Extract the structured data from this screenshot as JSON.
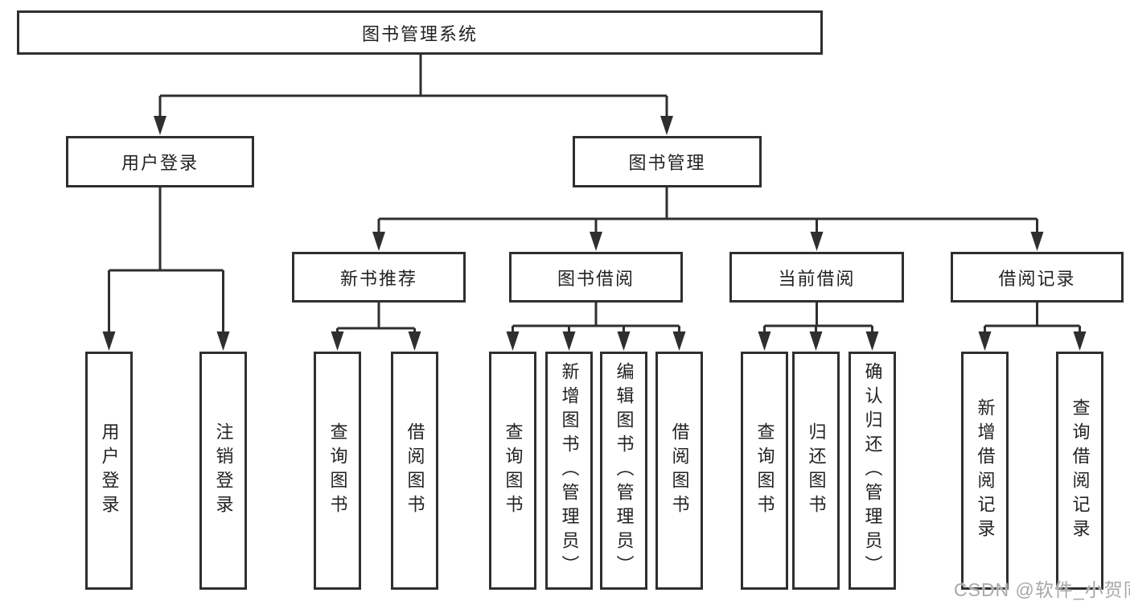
{
  "nodes": {
    "root": "图书管理系统",
    "level2": [
      "用户登录",
      "图书管理"
    ],
    "level3": [
      "新书推荐",
      "图书借阅",
      "当前借阅",
      "借阅记录"
    ],
    "leaves": [
      "用户登录",
      "注销登录",
      "查询图书",
      "借阅图书",
      "查询图书",
      "新增图书（管理员）",
      "编辑图书（管理员）",
      "借阅图书",
      "查询图书",
      "归还图书",
      "确认归还（管理员）",
      "新增借阅记录",
      "查询借阅记录"
    ]
  },
  "watermark": "CSDN @软件_小贺同学",
  "colors": {
    "line": "#2f2f2f",
    "text": "#222222",
    "background": "#ffffff",
    "watermark": "#a9a9a9"
  }
}
